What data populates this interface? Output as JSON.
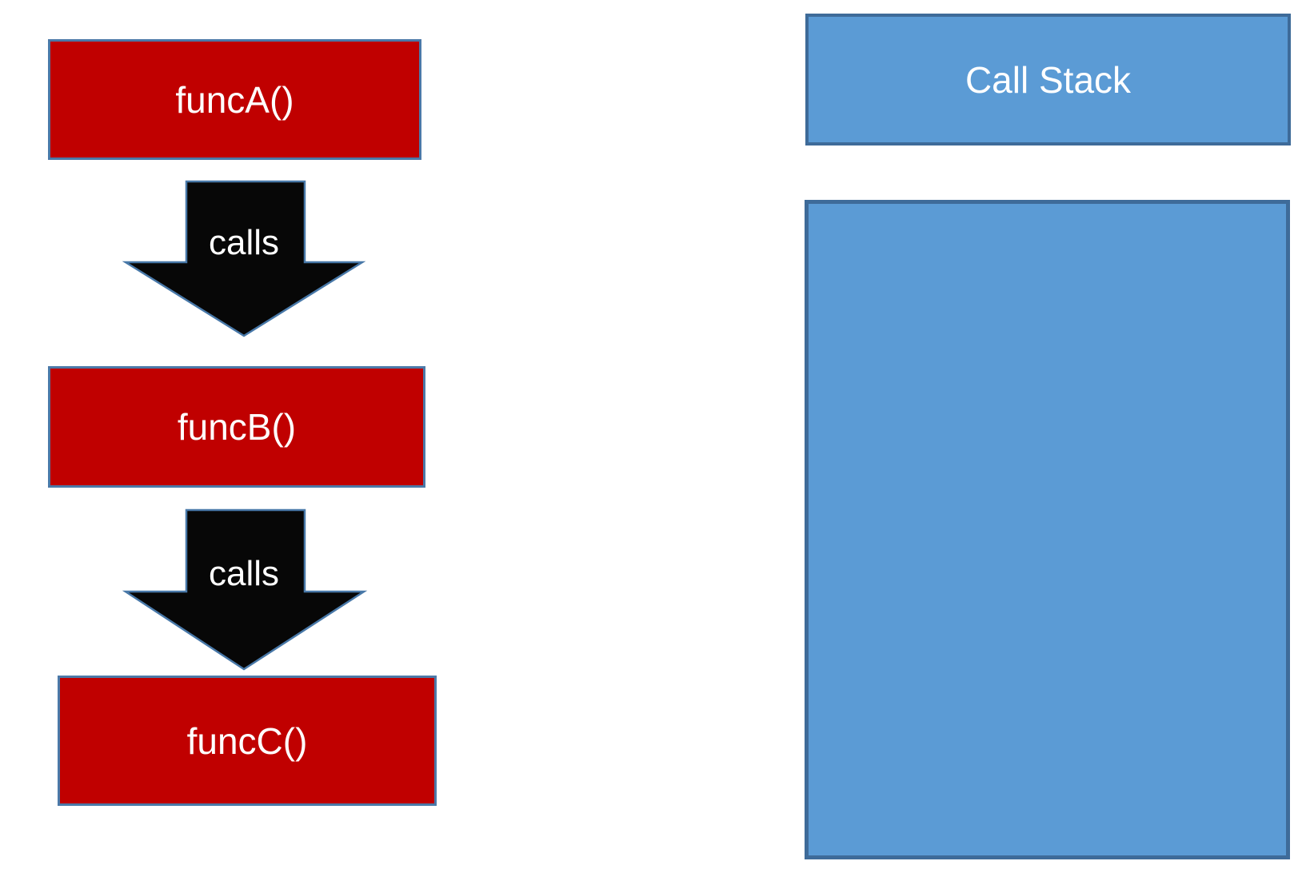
{
  "flow": {
    "boxes": [
      {
        "label": "funcA()"
      },
      {
        "label": "funcB()"
      },
      {
        "label": "funcC()"
      }
    ],
    "arrows": [
      {
        "label": "calls"
      },
      {
        "label": "calls"
      }
    ]
  },
  "call_stack": {
    "title": "Call Stack"
  },
  "colors": {
    "function_box_fill": "#c00000",
    "function_box_border": "#4b79a8",
    "arrow_fill": "#070707",
    "arrow_border": "#4878a8",
    "stack_fill": "#5b9bd5",
    "stack_border": "#3e6b99",
    "label_text": "#ffffff",
    "background": "#ffffff"
  }
}
